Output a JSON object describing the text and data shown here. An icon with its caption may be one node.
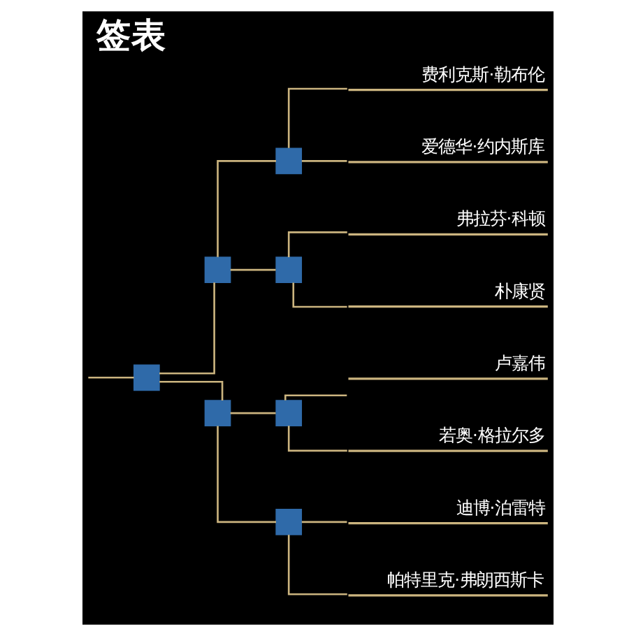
{
  "diagram": {
    "title": "签表",
    "nodes": [
      {
        "text": [],
        "shape": "box"
      },
      {
        "text": [],
        "shape": "box"
      },
      {
        "text": [],
        "shape": "box"
      },
      {
        "text": [],
        "shape": "box"
      },
      {
        "text": [],
        "shape": "box"
      },
      {
        "text": [],
        "shape": "box"
      },
      {
        "text": [],
        "shape": "box"
      },
      {
        "text": [
          "费利克斯·勒布伦"
        ]
      },
      {
        "text": [
          "爱德华·约内斯库"
        ]
      },
      {
        "text": [
          "弗拉芬·科顿"
        ]
      },
      {
        "text": [
          "朴康贤"
        ]
      },
      {
        "text": [
          "卢嘉伟"
        ]
      },
      {
        "text": [
          "若奥·格拉尔多"
        ]
      },
      {
        "text": [
          "迪博·泊雷特"
        ]
      },
      {
        "text": [
          "帕特里克·弗朗西斯卡"
        ]
      }
    ],
    "edges": [
      {
        "from": null,
        "to": 0,
        "arrow": "none"
      },
      {
        "from": 0,
        "to": 1,
        "arrow": "none"
      },
      {
        "from": 0,
        "to": 2,
        "arrow": "none"
      },
      {
        "from": 1,
        "to": 3,
        "arrow": "none"
      },
      {
        "from": 1,
        "to": 4,
        "arrow": "none"
      },
      {
        "from": 2,
        "to": 5,
        "arrow": "none"
      },
      {
        "from": 2,
        "to": 6,
        "arrow": "none"
      },
      {
        "from": 3,
        "to": 7,
        "arrow": "none"
      },
      {
        "from": 3,
        "to": 8,
        "arrow": "none"
      },
      {
        "from": 4,
        "to": 9,
        "arrow": "none"
      },
      {
        "from": 4,
        "to": 10,
        "arrow": "none"
      },
      {
        "from": 5,
        "to": 11,
        "arrow": "none"
      },
      {
        "from": 5,
        "to": 12,
        "arrow": "none"
      },
      {
        "from": 6,
        "to": 13,
        "arrow": "none"
      },
      {
        "from": 6,
        "to": 14,
        "arrow": "none"
      }
    ]
  }
}
